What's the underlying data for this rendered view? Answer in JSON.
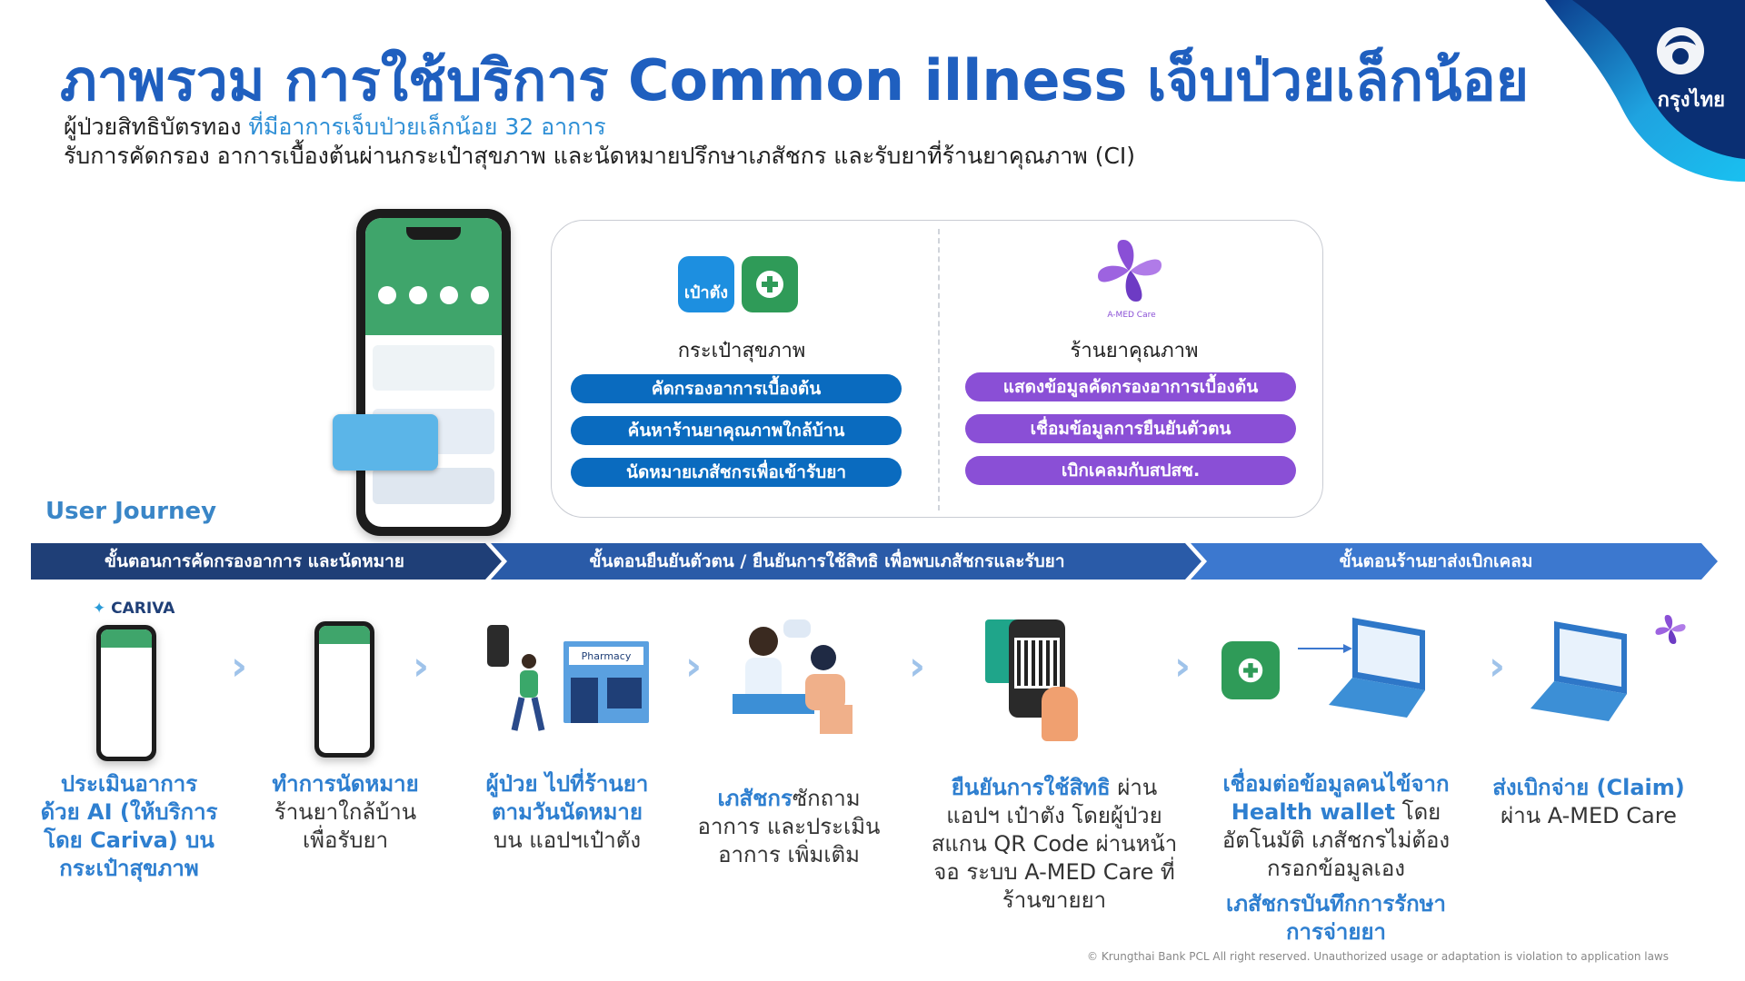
{
  "header": {
    "title": "ภาพรวม การใช้บริการ Common illness เจ็บป่วยเล็กน้อย",
    "subtitle_line1_prefix": "ผู้ป่วยสิทธิบัตรทอง ",
    "subtitle_line1_highlight": "ที่มีอาการเจ็บป่วยเล็กน้อย 32 อาการ",
    "subtitle_line2": "รับการคัดกรอง อาการเบื้องต้นผ่านกระเป๋าสุขภาพ และนัดหมายปรึกษาเภสัชกร และรับยาที่ร้านยาคุณภาพ (CI)"
  },
  "brand": {
    "logo_text": "กรุงไทย",
    "paotang_icon_label": "เป๋าตัง",
    "amed_logo_text": "A-MED Care",
    "cariva_logo_text": "CARIVA",
    "pharmacy_sign": "Pharmacy"
  },
  "services": {
    "left": {
      "title": "กระเป๋าสุขภาพ",
      "items": [
        "คัดกรองอาการเบื้องต้น",
        "ค้นหาร้านยาคุณภาพใกล้บ้าน",
        "นัดหมายเภสัชกรเพื่อเข้ารับยา"
      ]
    },
    "right": {
      "title": "ร้านยาคุณภาพ",
      "items": [
        "แสดงข้อมูลคัดกรองอาการเบื้องต้น",
        "เชื่อมข้อมูลการยืนยันตัวตน",
        "เบิกเคลมกับสปสช."
      ]
    }
  },
  "journey": {
    "label": "User Journey",
    "stages": [
      "ขั้นตอนการคัดกรองอาการ และนัดหมาย",
      "ขั้นตอนยืนยันตัวตน / ยืนยันการใช้สิทธิ เพื่อพบเภสัชกรและรับยา",
      "ขั้นตอนร้านยาส่งเบิกเคลม"
    ],
    "steps": [
      {
        "b1": "ประเมินอาการ ด้วย AI (ให้บริการโดย Cariva) บน กระเป๋าสุขภาพ",
        "t": ""
      },
      {
        "b1": "ทำการนัดหมาย",
        "t": "ร้านยาใกล้บ้าน เพื่อรับยา"
      },
      {
        "b1": "ผู้ป่วย ไปที่ร้านยา ตามวันนัดหมาย",
        "t": "บน แอปฯเป๋าตัง"
      },
      {
        "b1": "เภสัชกร",
        "t": "ซักถามอาการ และประเมินอาการ เพิ่มเติม"
      },
      {
        "b1": "ยืนยันการใช้สิทธิ",
        "t": " ผ่านแอปฯ เป๋าตัง โดยผู้ป่วยสแกน QR Code ผ่านหน้าจอ ระบบ A-MED Care ที่ร้านขายยา"
      },
      {
        "b1": "เชื่อมต่อข้อมูลคนไข้จาก Health wallet",
        "t": " โดยอัตโนมัติ เภสัชกรไม่ต้องกรอกข้อมูลเอง",
        "b2": "เภสัชกรบันทึกการรักษา การจ่ายยา"
      },
      {
        "b1": "ส่งเบิกจ่าย (Claim)",
        "t": "ผ่าน A-MED Care"
      }
    ]
  },
  "footer": {
    "copyright": "© Krungthai Bank PCL All right reserved. Unauthorized usage or adaptation is violation to application laws"
  },
  "colors": {
    "title_blue": "#1f5fbf",
    "stage_dark": "#1f3f77",
    "stage_mid": "#2a5ba8",
    "stage_light": "#3c78cf",
    "pill_blue": "#0a6bbf",
    "pill_purple": "#8a4fd6"
  }
}
